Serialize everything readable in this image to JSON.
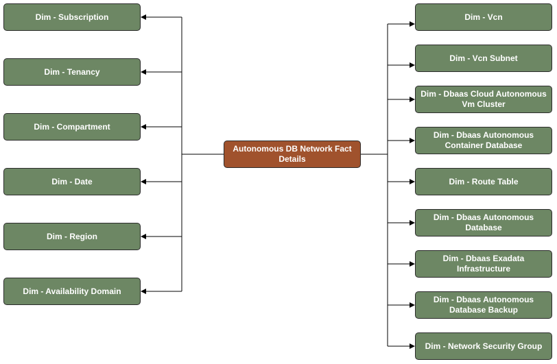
{
  "colors": {
    "dimension_fill": "#6d8764",
    "fact_fill": "#a0522d",
    "border": "#2b2b2b",
    "text": "#ffffff",
    "connector": "#000000"
  },
  "fact": {
    "label": "Autonomous DB Network Fact Details"
  },
  "left_dimensions": [
    {
      "label": "Dim - Subscription"
    },
    {
      "label": "Dim - Tenancy"
    },
    {
      "label": "Dim - Compartment"
    },
    {
      "label": "Dim - Date"
    },
    {
      "label": "Dim - Region"
    },
    {
      "label": "Dim - Availability Domain"
    }
  ],
  "right_dimensions": [
    {
      "label": "Dim - Vcn"
    },
    {
      "label": "Dim - Vcn Subnet"
    },
    {
      "label": "Dim - Dbaas Cloud Autonomous Vm Cluster"
    },
    {
      "label": "Dim - Dbaas Autonomous Container Database"
    },
    {
      "label": "Dim - Route Table"
    },
    {
      "label": "Dim - Dbaas Autonomous Database"
    },
    {
      "label": "Dim - Dbaas Exadata Infrastructure"
    },
    {
      "label": "Dim - Dbaas Autonomous Database Backup"
    },
    {
      "label": "Dim - Network Security Group"
    }
  ]
}
